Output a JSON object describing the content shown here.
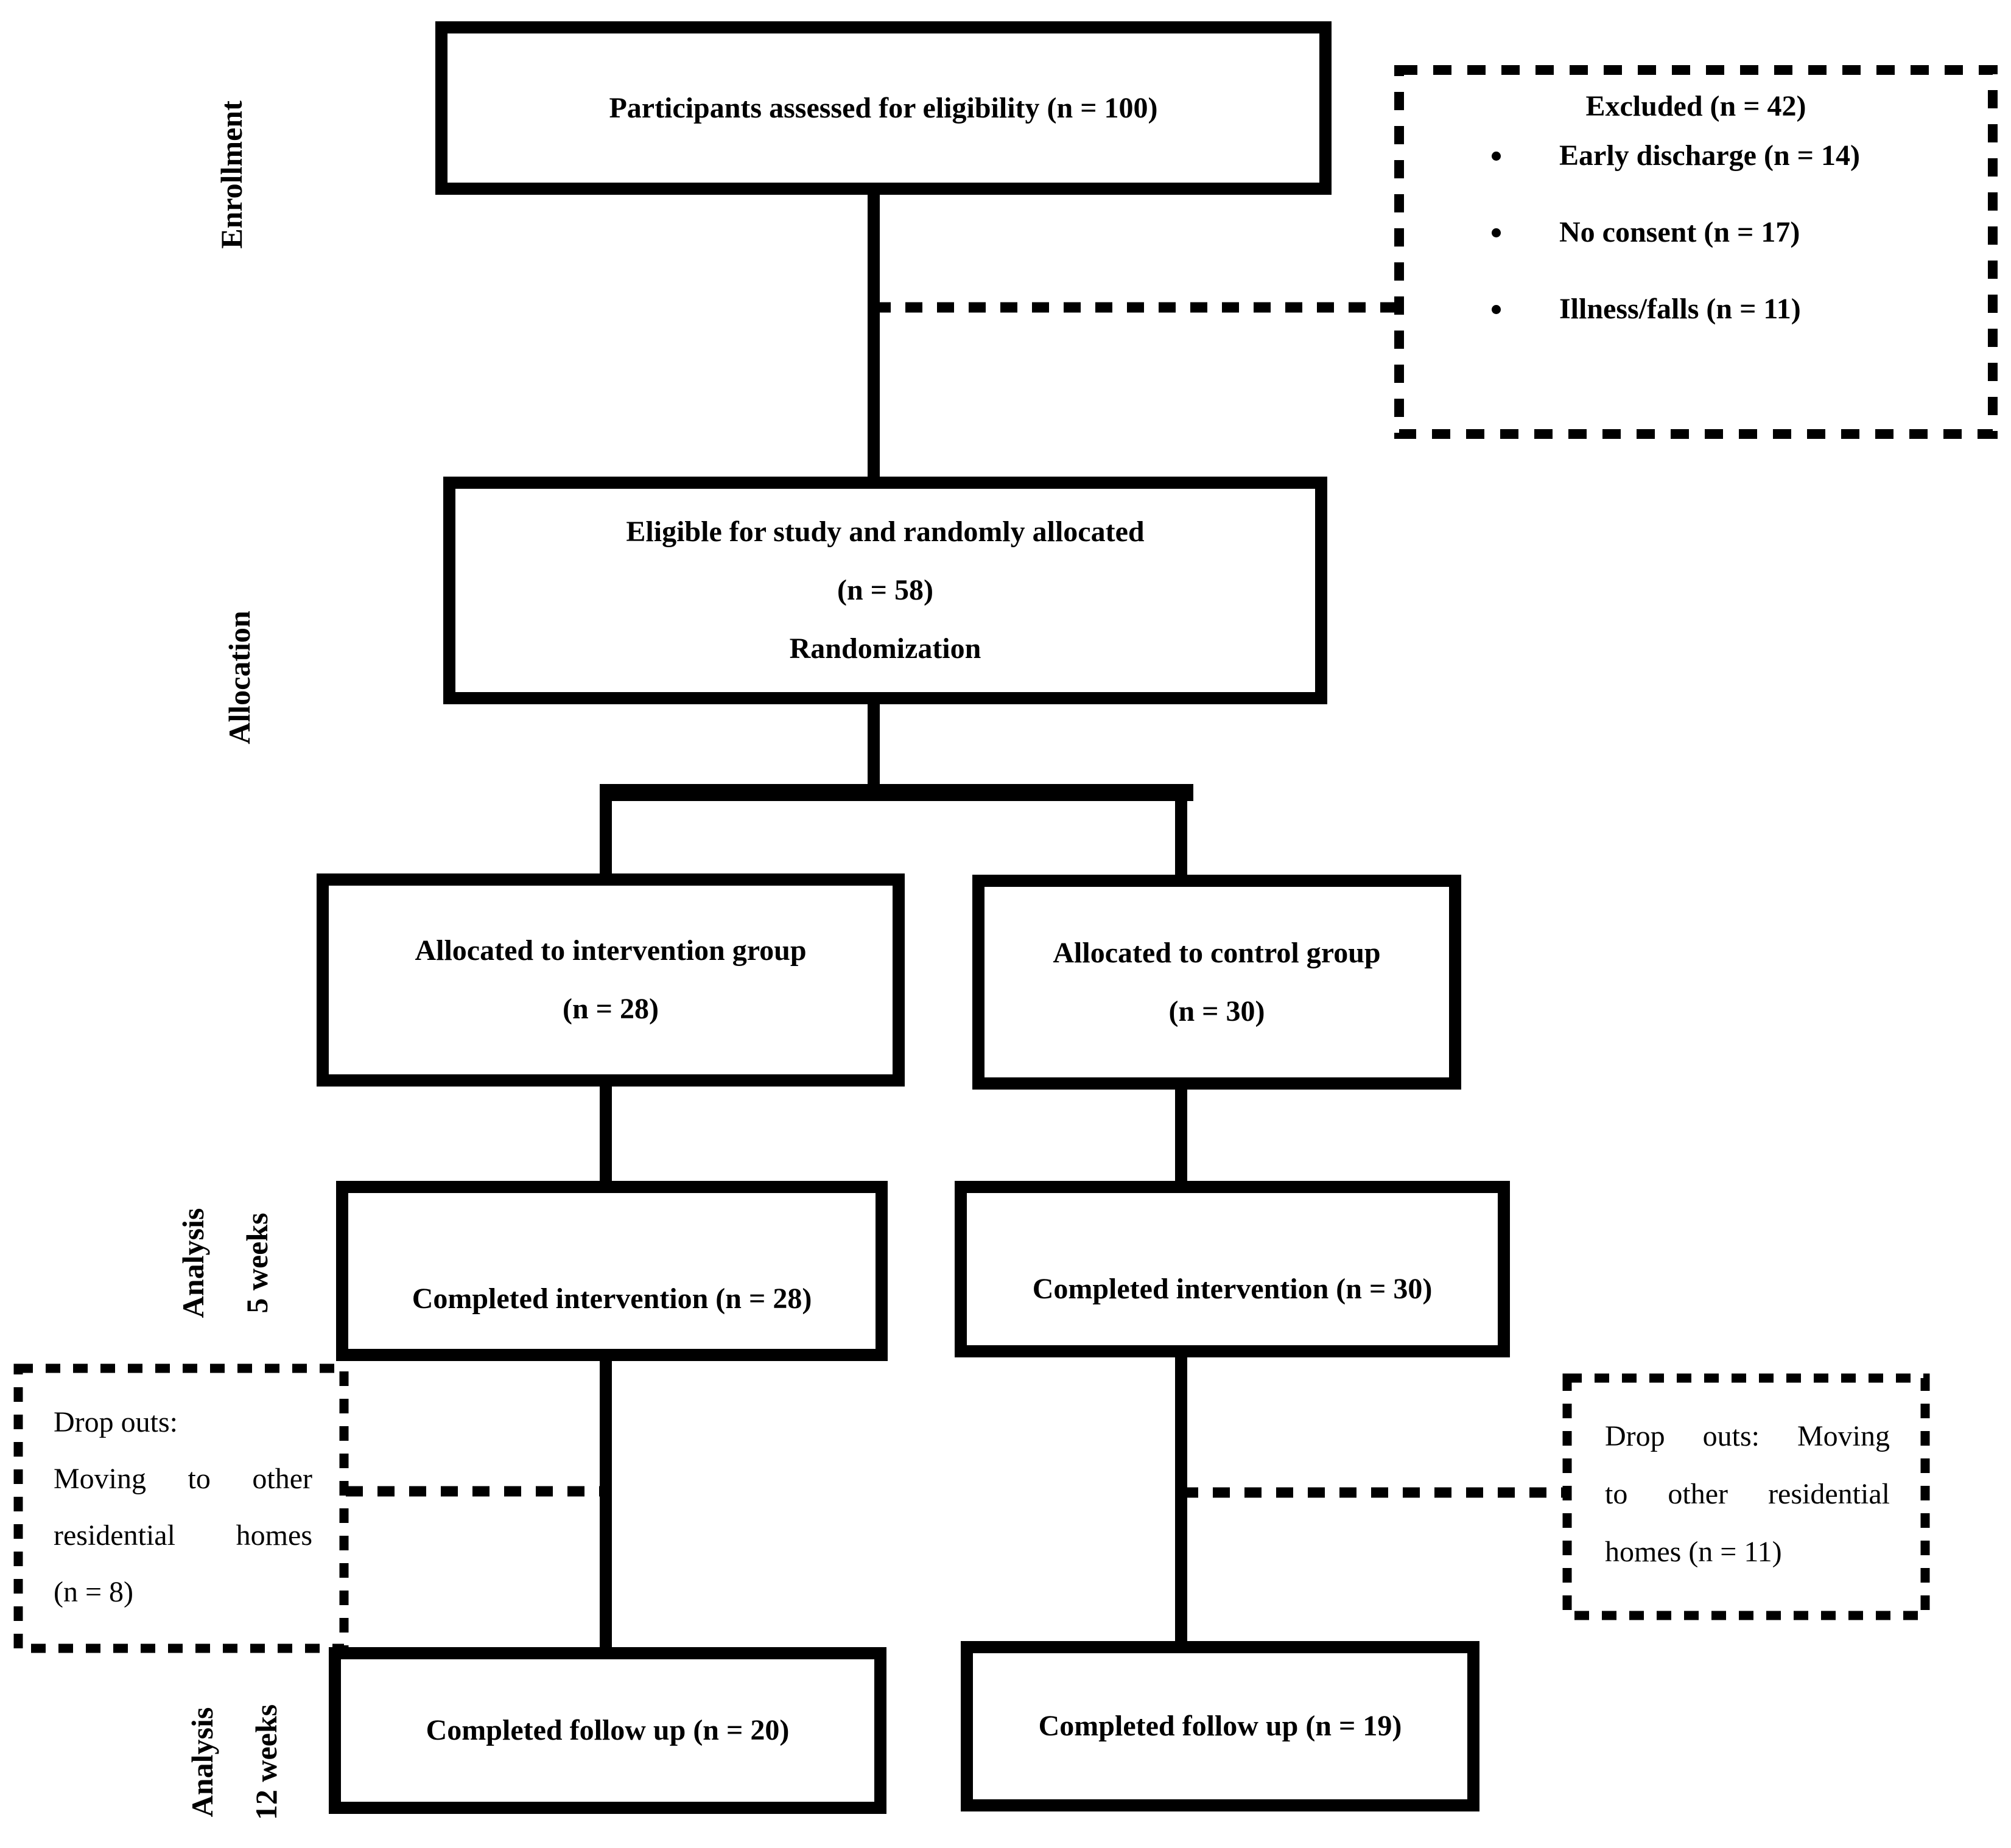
{
  "figure": {
    "kind": "consort-participant-flow-diagram"
  },
  "colors": {
    "line": "#000000",
    "background": "#ffffff",
    "text": "#000000"
  },
  "stage_labels": {
    "enrollment": "Enrollment",
    "allocation": "Allocation",
    "analysis_5w": {
      "line1": "Analysis",
      "line2": "5 weeks"
    },
    "analysis_12w": {
      "line1": "Analysis",
      "line2": "12 weeks"
    }
  },
  "boxes": {
    "assessed": {
      "text": "Participants assessed for eligibility (n = 100)"
    },
    "excluded": {
      "title": "Excluded (n = 42)",
      "items": [
        "Early discharge (n = 14)",
        "No consent (n = 17)",
        "Illness/falls (n = 11)"
      ]
    },
    "eligible": {
      "line1": "Eligible for study and randomly allocated",
      "line2": "(n = 58)",
      "line3": "Randomization"
    },
    "intervention_alloc": {
      "line1": "Allocated to intervention group",
      "line2": "(n = 28)"
    },
    "control_alloc": {
      "line1": "Allocated to control group",
      "line2": "(n = 30)"
    },
    "intervention_completed": {
      "text": "Completed intervention (n = 28)"
    },
    "control_completed": {
      "text": "Completed intervention (n = 30)"
    },
    "dropout_left": {
      "line1": "Drop outs:",
      "line2": "Moving to other",
      "line3": "residential homes",
      "line4": "(n = 8)"
    },
    "dropout_right": {
      "line1": "Drop outs: Moving",
      "line2": "to other residential",
      "line3": "homes (n = 11)"
    },
    "followup_left": {
      "text": "Completed follow up (n = 20)"
    },
    "followup_right": {
      "text": "Completed follow up (n = 19)"
    }
  }
}
